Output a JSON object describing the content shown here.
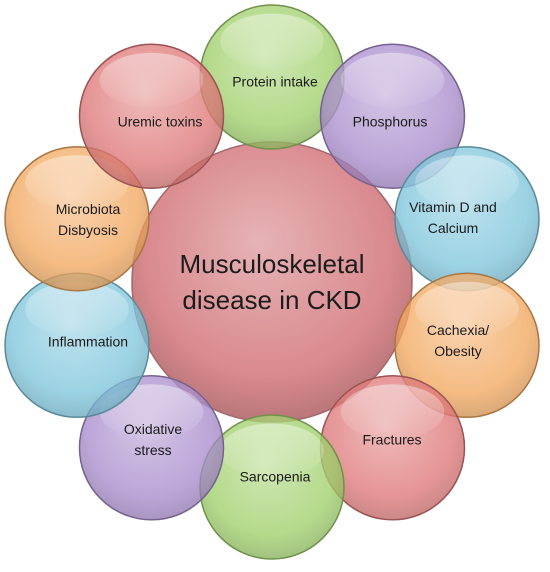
{
  "center": {
    "title": "Musculoskeletal\ndisease in CKD",
    "fill": "#d98a8e"
  },
  "nodes": [
    {
      "id": "protein-intake",
      "label": "Protein intake",
      "color": "#9fcf6a"
    },
    {
      "id": "phosphorus",
      "label": "Phosphorus",
      "color": "#a98ccc"
    },
    {
      "id": "vitamin-d-calcium",
      "label": "Vitamin D and\nCalcium",
      "color": "#7fc6dc"
    },
    {
      "id": "cachexia-obesity",
      "label": "Cachexia/\nObesity",
      "color": "#f2a860"
    },
    {
      "id": "fractures",
      "label": "Fractures",
      "color": "#de7777"
    },
    {
      "id": "sarcopenia",
      "label": "Sarcopenia",
      "color": "#9fcf6a"
    },
    {
      "id": "oxidative-stress",
      "label": "Oxidative\nstress",
      "color": "#a98ccc"
    },
    {
      "id": "inflammation",
      "label": "Inflammation",
      "color": "#7fc6dc"
    },
    {
      "id": "microbiota-disbyosis",
      "label": "Microbiota\nDisbyosis",
      "color": "#f2a860"
    },
    {
      "id": "uremic-toxins",
      "label": "Uremic toxins",
      "color": "#de7777"
    }
  ]
}
